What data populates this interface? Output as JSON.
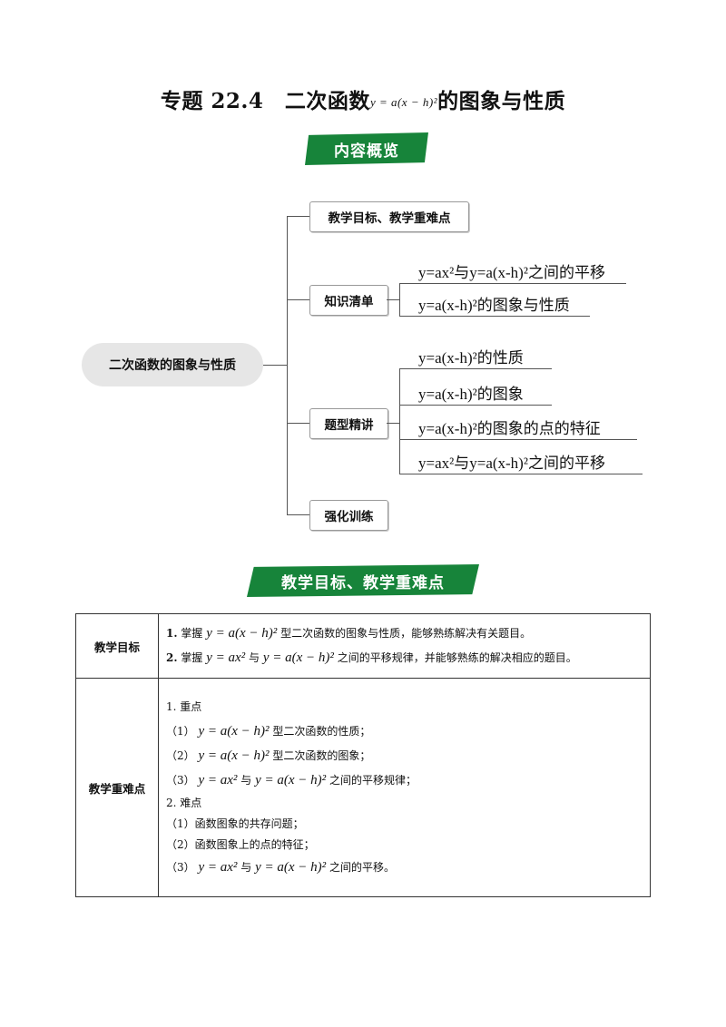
{
  "title": {
    "prefix": "专题 22.4　二次函数",
    "formula": "y = a(x − h)²",
    "suffix": "的图象与性质"
  },
  "banners": {
    "overview": "内容概览",
    "goals": "教学目标、教学重难点"
  },
  "mindmap": {
    "root": "二次函数的图象与性质",
    "branches": [
      {
        "label": "教学目标、教学重难点",
        "children": []
      },
      {
        "label": "知识清单",
        "children": [
          "y=ax²与y=a(x-h)²之间的平移",
          "y=a(x-h)²的图象与性质"
        ]
      },
      {
        "label": "题型精讲",
        "children": [
          "y=a(x-h)²的性质",
          "y=a(x-h)²的图象",
          "y=a(x-h)²的图象的点的特征",
          "y=ax²与y=a(x-h)²之间的平移"
        ]
      },
      {
        "label": "强化训练",
        "children": []
      }
    ]
  },
  "table": {
    "goals_header": "教学目标",
    "goals": [
      {
        "num": "1.",
        "pre": "掌握",
        "formula": "y = a(x − h)²",
        "post": "型二次函数的图象与性质，能够熟练解决有关题目。"
      },
      {
        "num": "2.",
        "pre": "掌握",
        "formula": "y = ax²",
        "mid": "与",
        "formula2": "y = a(x − h)²",
        "post": "之间的平移规律，并能够熟练的解决相应的题目。"
      }
    ],
    "key_header": "教学重难点",
    "key_title": "1. 重点",
    "key_items": [
      {
        "num": "（1）",
        "formula": "y = a(x − h)²",
        "post": "型二次函数的性质；"
      },
      {
        "num": "（2）",
        "formula": "y = a(x − h)²",
        "post": "型二次函数的图象；"
      },
      {
        "num": "（3）",
        "formula": "y = ax²",
        "mid": "与",
        "formula2": "y = a(x − h)²",
        "post": "之间的平移规律；"
      }
    ],
    "diff_title": "2. 难点",
    "diff_items": [
      {
        "num": "（1）",
        "text": "函数图象的共存问题；"
      },
      {
        "num": "（2）",
        "text": "函数图象上的点的特征；"
      },
      {
        "num": "（3）",
        "formula": "y = ax²",
        "mid": "与",
        "formula2": "y = a(x − h)²",
        "post": "之间的平移。"
      }
    ]
  }
}
